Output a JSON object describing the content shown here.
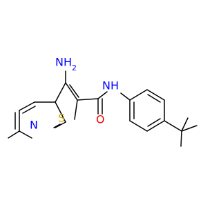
{
  "molecule": {
    "atoms": {
      "amine": {
        "text": "NH",
        "subscript": "2",
        "color": "#0000ff"
      },
      "amide_nh": {
        "text": "NH",
        "color": "#0000ff"
      },
      "carbonyl_o": {
        "text": "O",
        "color": "#ff0000"
      },
      "sulfur": {
        "text": "S",
        "color": "#ccaa00"
      },
      "ring_n": {
        "text": "N",
        "color": "#0000ff"
      }
    }
  }
}
